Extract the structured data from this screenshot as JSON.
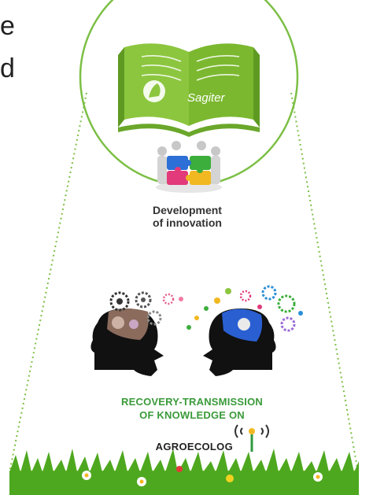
{
  "fragments": {
    "line1": "e",
    "line2": "d"
  },
  "book": {
    "label": "Sagiter"
  },
  "development": {
    "line1": "Development",
    "line2": "of innovation"
  },
  "recovery": {
    "line1": "RECOVERY-TRANSMISSION",
    "line2": "OF KNOWLEDGE  ON",
    "line3": "AGROECOLOG"
  },
  "colors": {
    "green": "#8cc63f",
    "dark_green": "#2f9a3e",
    "dotted_line": "#7cbf45",
    "text_green": "#3a9a3a"
  },
  "icons": [
    "book-icon",
    "puzzle-team-icon",
    "head-silhouette-icon",
    "gear-icon",
    "antenna-signal-icon",
    "grass-strip"
  ]
}
